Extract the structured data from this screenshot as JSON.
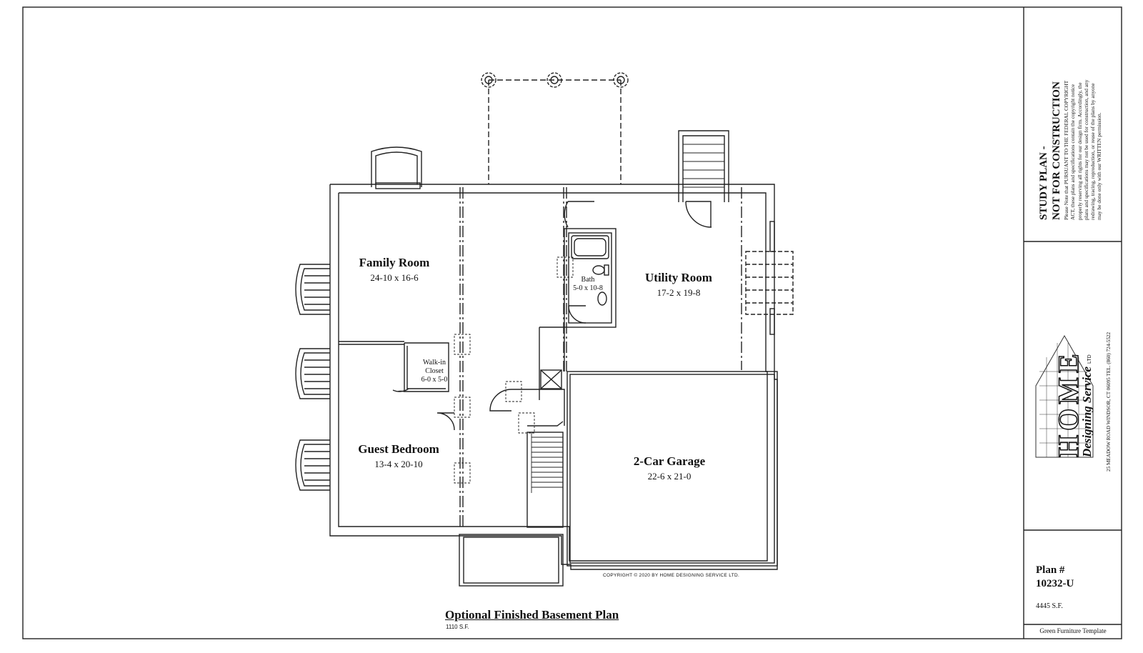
{
  "rooms": {
    "family_room": {
      "name": "Family Room",
      "dims": "24-10 x 16-6"
    },
    "bath": {
      "name": "Bath",
      "dims": "5-0 x 10-8"
    },
    "utility_room": {
      "name": "Utility Room",
      "dims": "17-2 x 19-8"
    },
    "walk_in_closet": {
      "line1": "Walk-in",
      "line2": "Closet",
      "dims": "6-0 x 5-0"
    },
    "guest_bedroom": {
      "name": "Guest Bedroom",
      "dims": "13-4 x 20-10"
    },
    "garage": {
      "name": "2-Car Garage",
      "dims": "22-6 x 21-0"
    }
  },
  "copyright_note": "COPYRIGHT © 2020 BY HOME DESIGNING SERVICE LTD.",
  "plan_title": "Optional Finished Basement Plan",
  "plan_area": "1110 S.F.",
  "title_block": {
    "heading_line1": "STUDY PLAN -",
    "heading_line2": "NOT FOR CONSTRUCTION",
    "notice": [
      "Please Note that PURSUANT TO THE FEDERAL COPYRIGHT",
      "ACT, these plans and specifications contain the copyright notice",
      "properly reserving all rights for our design firm. Accordingly, the",
      "plans and specifications may not be used for construction, and any",
      "redrawing, tracing, reproduction, or reuse of the plans by anyone",
      "may be done only with our WRITTEN permission."
    ],
    "logo_text": "HOME",
    "logo_script": "Designing Service",
    "logo_ltd": "LTD",
    "address": "25 MEADOW ROAD   WINDSOR, CT 06095   TEL. (860) 724-5522",
    "plan_label": "Plan #",
    "plan_number": "10232-U",
    "total_area": "4445 S.F.",
    "template_note": "Green Furniture Template"
  }
}
